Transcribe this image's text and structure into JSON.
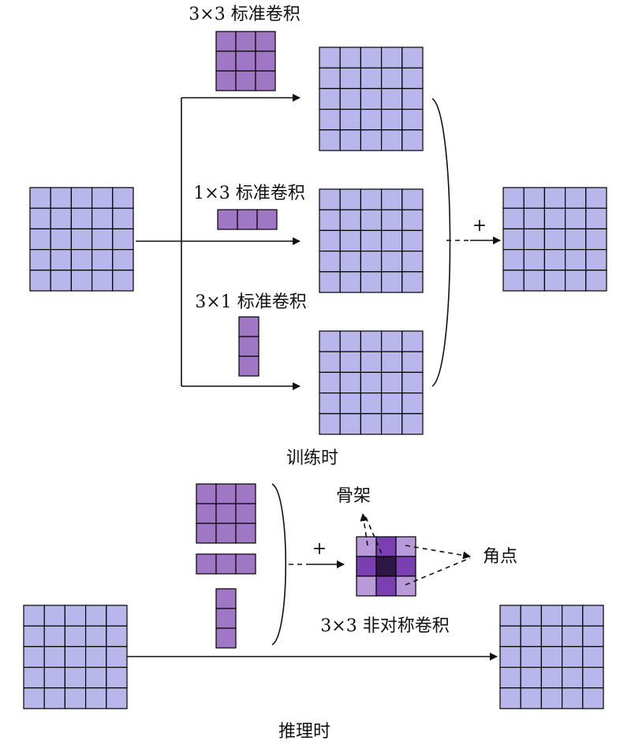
{
  "colors": {
    "feature_cell": "#b8b6ea",
    "kernel_cell": "#9f77c4",
    "asym_light": "#b99ad8",
    "asym_mid": "#7a3fb0",
    "asym_dark": "#4a2175",
    "asym_center": "#2e1746",
    "grid_line": "#000000"
  },
  "training": {
    "kernel_3x3_label": "3×3 标准卷积",
    "kernel_1x3_label": "1×3 标准卷积",
    "kernel_3x1_label": "3×1 标准卷积",
    "plus_sign": "+",
    "caption": "训练时"
  },
  "inference": {
    "plus_sign": "+",
    "skeleton_label": "骨架",
    "corner_label": "角点",
    "asym_kernel_label": "3×3 非对称卷积",
    "caption": "推理时"
  }
}
